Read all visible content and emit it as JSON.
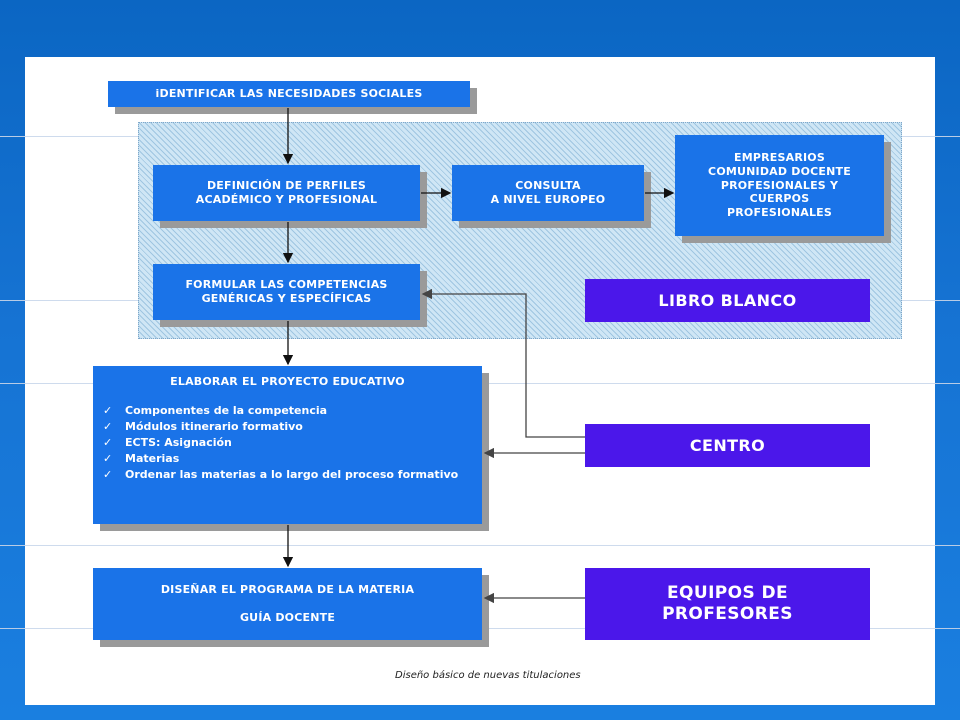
{
  "diagram": {
    "top_box": "iDENTIFICAR LAS NECESIDADES SOCIALES",
    "perfiles": [
      "DEFINICIÓN DE PERFILES",
      "ACADÉMICO Y PROFESIONAL"
    ],
    "consulta": [
      "CONSULTA",
      "A NIVEL EUROPEO"
    ],
    "empresarios": [
      "EMPRESARIOS",
      "COMUNIDAD DOCENTE",
      "PROFESIONALES Y",
      "CUERPOS",
      "PROFESIONALES"
    ],
    "competencias": [
      "FORMULAR LAS COMPETENCIAS",
      "GENÉRICAS Y ESPECÍFICAS"
    ],
    "libro_blanco": "LIBRO BLANCO",
    "proyecto": {
      "title": "ELABORAR EL PROYECTO EDUCATIVO",
      "items": [
        "Componentes de la competencia",
        "Módulos itinerario formativo",
        "ECTS: Asignación",
        "Materias",
        "Ordenar las materias a lo largo del proceso formativo"
      ]
    },
    "centro": "CENTRO",
    "programa": [
      "DISEÑAR EL PROGRAMA DE LA MATERIA",
      "GUÍA DOCENTE"
    ],
    "equipos": [
      "EQUIPOS DE",
      "PROFESORES"
    ],
    "caption": "Diseño básico de nuevas titulaciones"
  },
  "colors": {
    "slide_background": "#0b66c3",
    "box_blue": "#1a73e8",
    "box_purple": "#4b17ea",
    "shadow": "#9a9a9a",
    "region_fill": "#cfe6f5"
  }
}
